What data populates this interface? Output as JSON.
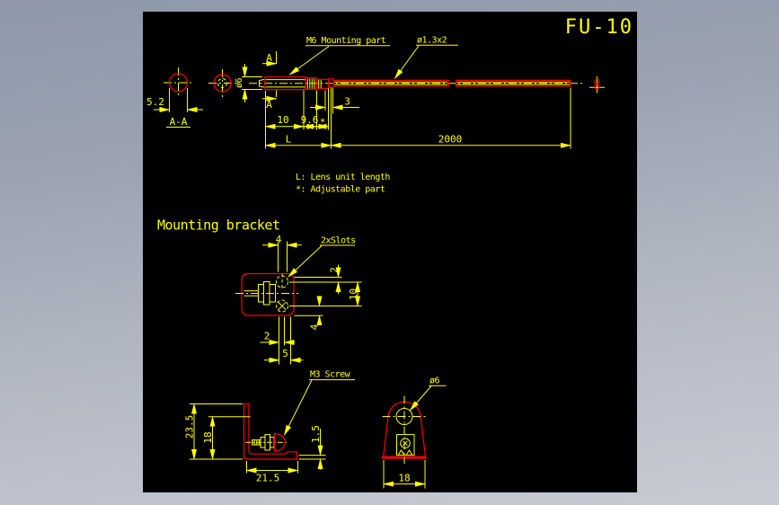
{
  "window": {
    "title": "FU-10"
  },
  "colors": {
    "background_top": "#8d98a8",
    "background_bottom": "#c7cbd4",
    "canvas": "#000000",
    "dimension_line": "#ffff00",
    "part_outline": "#ff0000"
  },
  "fiber_drawing": {
    "callout_m6": "M6 Mounting part",
    "callout_fiber": "ø1.3x2",
    "section_marker": "A",
    "section_label": "A-A",
    "dim_head_width": "5.2",
    "dia_label": "ø6",
    "dim_tip": "3",
    "dim_thread": "10",
    "dim_knurl": "9.6",
    "dim_adjustable": "*",
    "dim_lens": "L",
    "dim_cable": "2000",
    "note_l": "L: Lens unit length",
    "note_adjustable": "*: Adjustable part"
  },
  "bracket": {
    "heading": "Mounting bracket",
    "top_view": {
      "callout_slots": "2xSlots",
      "dim_slot_width": "4",
      "dim_slot_offset": "2",
      "dim_slot_pitch": "10",
      "dim_lower": "4",
      "dim_edge": "2",
      "dim_spacing": "5"
    },
    "side_view": {
      "callout_screw": "M3 Screw",
      "dim_height": "23.5",
      "dim_inner_height": "18",
      "dim_lip": "1.5",
      "dim_depth": "21.5"
    },
    "front_view": {
      "callout_dia": "ø6",
      "dim_width": "18"
    }
  }
}
